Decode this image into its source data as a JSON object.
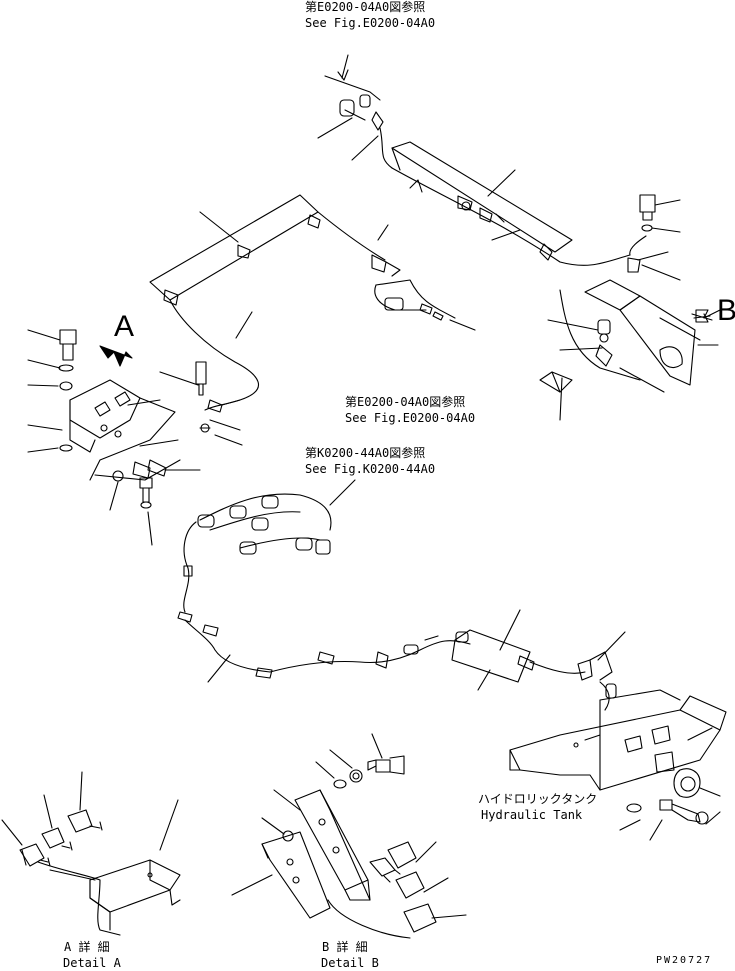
{
  "references": {
    "top": {
      "jp": "第E0200-04A0図参照",
      "en": "See Fig.E0200-04A0"
    },
    "mid": {
      "jp": "第E0200-04A0図参照",
      "en": "See Fig.E0200-04A0"
    },
    "k": {
      "jp": "第K0200-44A0図参照",
      "en": "See Fig.K0200-44A0"
    }
  },
  "view_markers": {
    "a": "A",
    "b": "B"
  },
  "hydraulic_tank": {
    "jp": "ハイドロリックタンク",
    "en": "Hydraulic Tank"
  },
  "details": {
    "a": {
      "jp": "A 詳 細",
      "en": "Detail A"
    },
    "b": {
      "jp": "B 詳 細",
      "en": "Detail B"
    }
  },
  "drawing_code": "PW20727"
}
